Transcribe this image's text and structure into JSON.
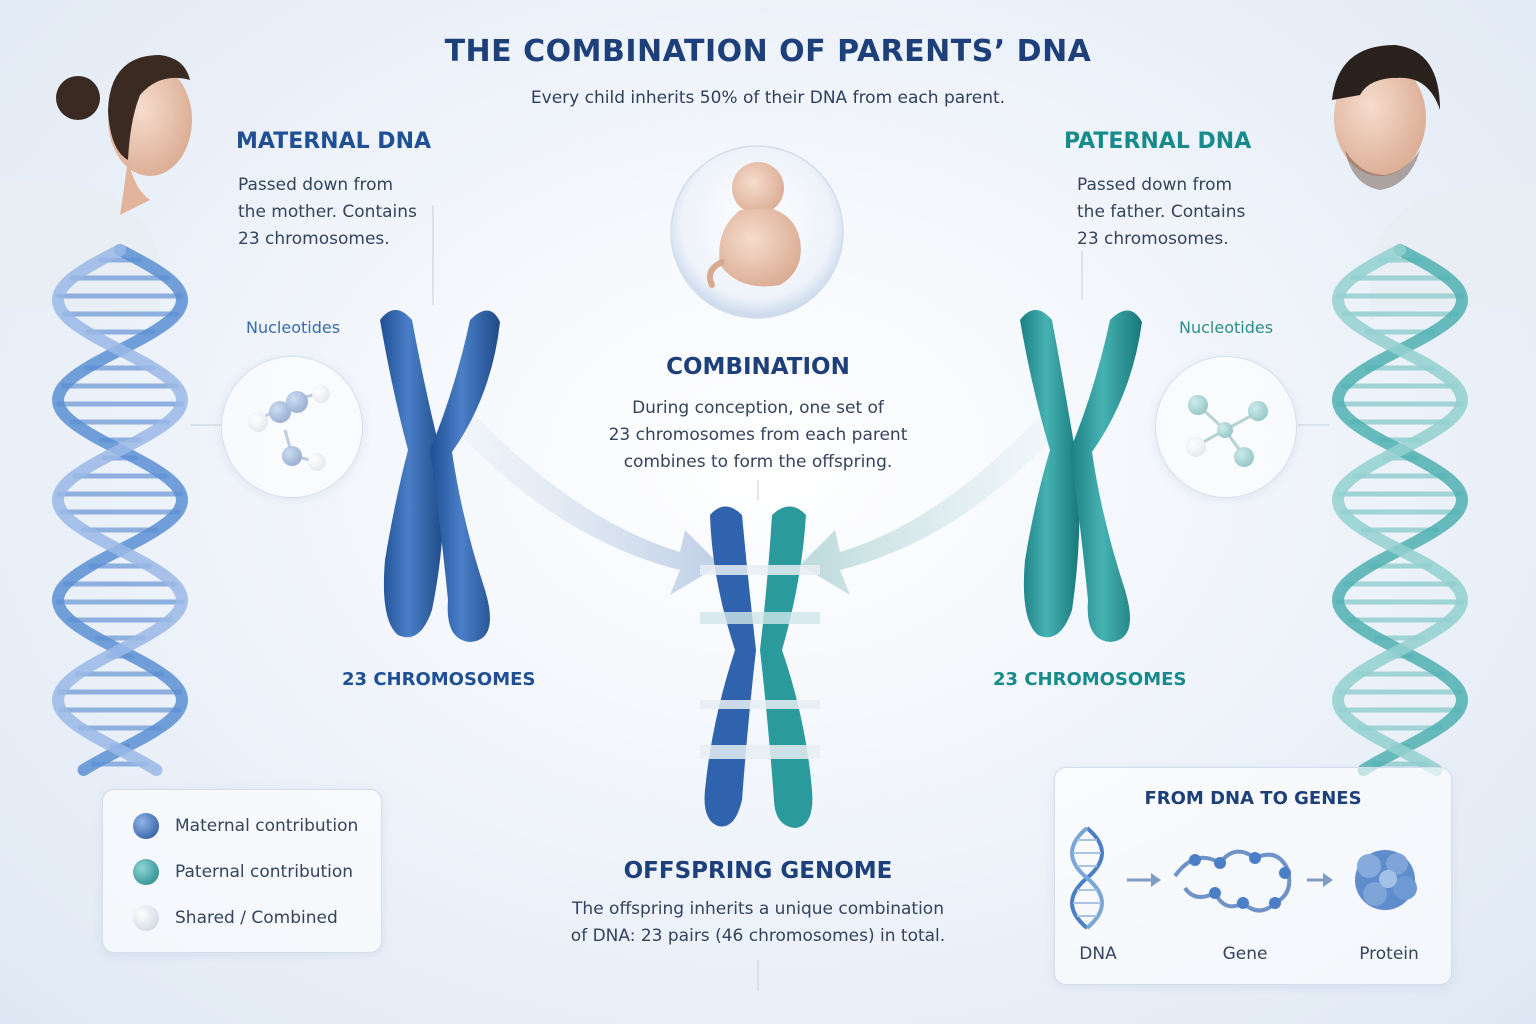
{
  "header": {
    "title": "THE COMBINATION OF PARENTS’ DNA",
    "subtitle": "Every child inherits 50% of their DNA from each parent."
  },
  "maternal": {
    "heading": "MATERNAL DNA",
    "description_lines": [
      "Passed down from",
      "the mother. Contains",
      "23 chromosomes."
    ],
    "nucleotides_label": "Nucleotides",
    "chromosome_count": "23 CHROMOSOMES",
    "color": "#2f63ad"
  },
  "paternal": {
    "heading": "PATERNAL DNA",
    "description_lines": [
      "Passed down from",
      "the father. Contains",
      "23 chromosomes."
    ],
    "nucleotides_label": "Nucleotides",
    "chromosome_count": "23 CHROMOSOMES",
    "color": "#2a9a9c"
  },
  "combination": {
    "heading": "COMBINATION",
    "description_lines": [
      "During conception, one set of",
      "23 chromosomes from each parent",
      "combines to form the offspring."
    ]
  },
  "offspring": {
    "heading": "OFFSPRING GENOME",
    "description_lines": [
      "The offspring inherits a unique combination",
      "of DNA: 23 pairs (46 chromosomes) in total."
    ]
  },
  "legend": {
    "items": [
      {
        "label": "Maternal contribution",
        "color": "#2f63ad"
      },
      {
        "label": "Paternal contribution",
        "color": "#2a9a9c"
      },
      {
        "label": "Shared / Combined",
        "color": "#e8edf3"
      }
    ]
  },
  "genes_box": {
    "title": "FROM DNA TO GENES",
    "steps": [
      "DNA",
      "Gene",
      "Protein"
    ]
  }
}
